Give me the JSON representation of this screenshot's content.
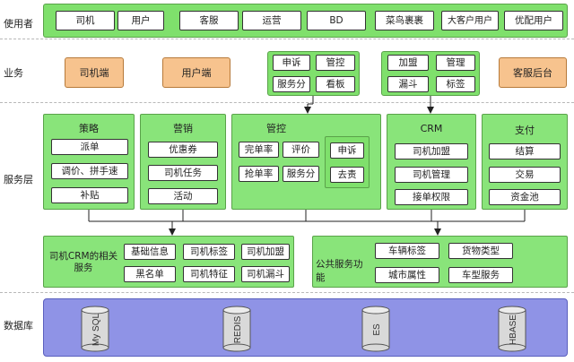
{
  "rows": {
    "users": "使用者",
    "business": "业务",
    "services": "服务层",
    "database": "数据库"
  },
  "users": [
    "司机",
    "用户",
    "客服",
    "运营",
    "BD",
    "菜鸟裹裹",
    "大客户用户",
    "优配用户"
  ],
  "business": {
    "driver_app": "司机端",
    "user_app": "用户端",
    "group1": [
      "申诉",
      "管控",
      "服务分",
      "看板"
    ],
    "group2": [
      "加盟",
      "管理",
      "漏斗",
      "标签"
    ],
    "cs_backend": "客服后台"
  },
  "services": {
    "strategy": {
      "title": "策略",
      "items": [
        "派单",
        "调价、拼手速",
        "补贴"
      ]
    },
    "marketing": {
      "title": "营销",
      "items": [
        "优惠券",
        "司机任务",
        "活动"
      ]
    },
    "control": {
      "title": "管控",
      "items": [
        "完单率",
        "评价",
        "抢单率",
        "服务分"
      ],
      "side": [
        "申诉",
        "去责"
      ]
    },
    "crm": {
      "title": "CRM",
      "items": [
        "司机加盟",
        "司机管理",
        "接单权限"
      ]
    },
    "payment": {
      "title": "支付",
      "items": [
        "结算",
        "交易",
        "资金池"
      ]
    }
  },
  "driver_crm": {
    "title": "司机CRM的相关服务",
    "items": [
      "基础信息",
      "司机标签",
      "司机加盟",
      "黑名单",
      "司机特征",
      "司机漏斗"
    ]
  },
  "public": {
    "title": "公共服务功能",
    "items": [
      "车辆标签",
      "货物类型",
      "城市属性",
      "车型服务"
    ]
  },
  "databases": [
    "My SQL",
    "REDIS",
    "ES",
    "HBASE"
  ],
  "colors": {
    "green": "#89e47a",
    "orange": "#f7c38e",
    "db_blue": "#8f93e6"
  }
}
